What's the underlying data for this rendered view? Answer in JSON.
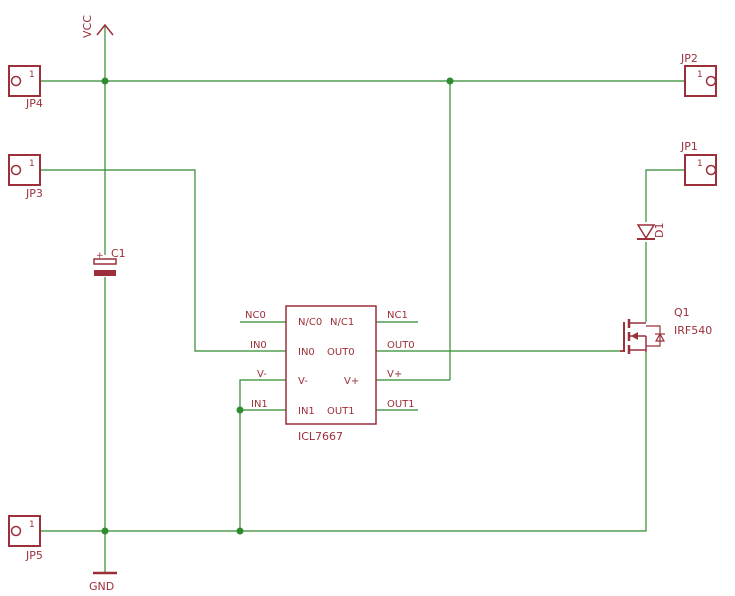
{
  "nets": {
    "vcc": "VCC",
    "gnd": "GND"
  },
  "connectors": {
    "jp1": {
      "name": "JP1",
      "pin": "1"
    },
    "jp2": {
      "name": "JP2",
      "pin": "1"
    },
    "jp3": {
      "name": "JP3",
      "pin": "1"
    },
    "jp4": {
      "name": "JP4",
      "pin": "1"
    },
    "jp5": {
      "name": "JP5",
      "pin": "1"
    }
  },
  "components": {
    "c1": {
      "name": "C1",
      "polarity": "+"
    },
    "d1": {
      "name": "D1"
    },
    "q1": {
      "name": "Q1",
      "value": "IRF540"
    },
    "u1": {
      "value": "ICL7667",
      "inner_pins": {
        "nc0": "N/C0",
        "nc1": "N/C1",
        "in0": "IN0",
        "out0": "OUT0",
        "vminus": "V-",
        "vplus": "V+",
        "in1": "IN1",
        "out1": "OUT1"
      },
      "net_labels": {
        "nc0": "NC0",
        "nc1": "NC1",
        "in0": "IN0",
        "out0": "OUT0",
        "vminus": "V-",
        "vplus": "V+",
        "in1": "IN1",
        "out1": "OUT1"
      }
    }
  },
  "colors": {
    "wire": "#2e8b2e",
    "part": "#9b2f3a",
    "background": "#ffffff"
  }
}
